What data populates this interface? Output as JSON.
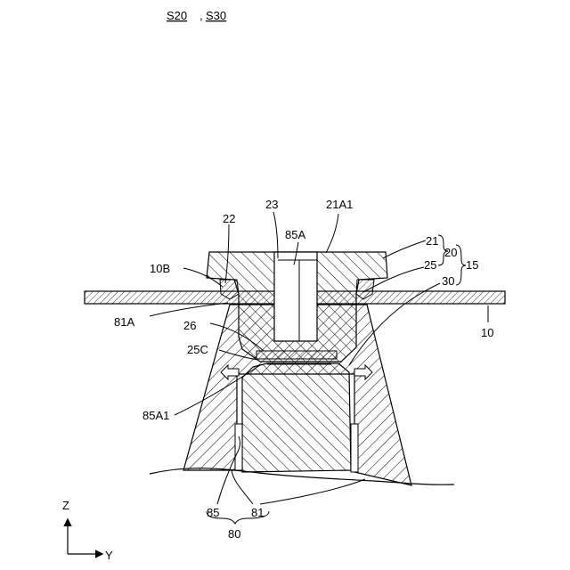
{
  "header": {
    "steps": [
      "S20",
      "S30"
    ],
    "separator": ","
  },
  "labels": {
    "l23": "23",
    "l21A1": "21A1",
    "l22": "22",
    "l85A": "85A",
    "l21": "21",
    "l20": "20",
    "l15": "15",
    "l25": "25",
    "l10B": "10B",
    "l30": "30",
    "l81A": "81A",
    "l10": "10",
    "l26": "26",
    "l25C": "25C",
    "l85A1": "85A1",
    "l85": "85",
    "l81": "81",
    "l80": "80"
  },
  "axes": {
    "z": "Z",
    "y": "Y"
  }
}
